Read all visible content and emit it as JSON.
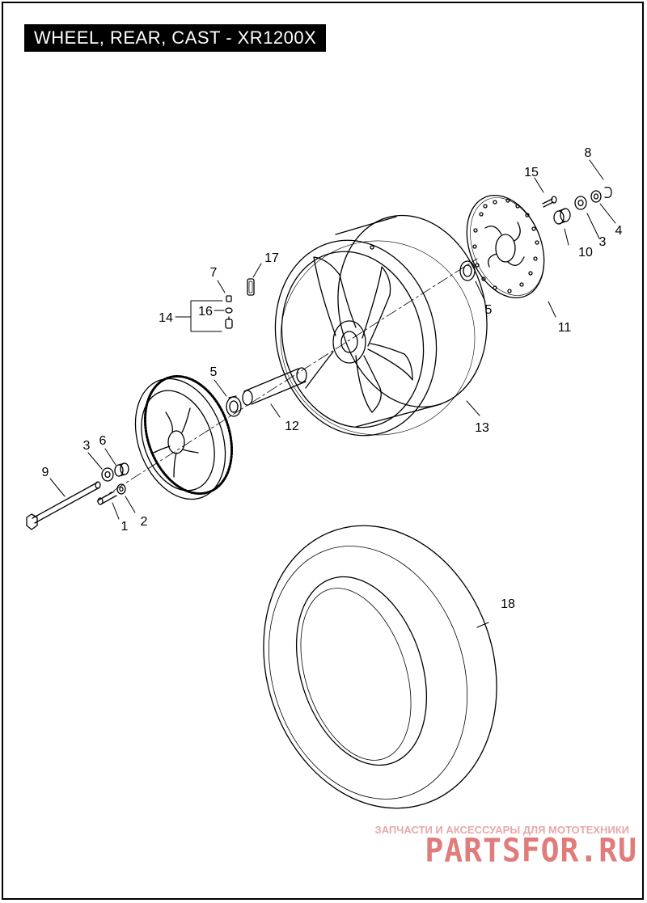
{
  "title": "WHEEL, REAR, CAST - XR1200X",
  "callouts": {
    "c1": "1",
    "c2": "2",
    "c3a": "3",
    "c3b": "3",
    "c4": "4",
    "c5a": "5",
    "c5b": "5",
    "c6": "6",
    "c7": "7",
    "c8": "8",
    "c9": "9",
    "c10": "10",
    "c11": "11",
    "c12": "12",
    "c13": "13",
    "c14": "14",
    "c15": "15",
    "c16": "16",
    "c17": "17",
    "c18": "18"
  },
  "watermark": {
    "tagline": "ЗАПЧАСТИ И АКСЕССУАРЫ ДЛЯ МОТОТЕХНИКИ",
    "brand": "PARTSFOR.RU",
    "brand_color": "#e07c7c"
  }
}
